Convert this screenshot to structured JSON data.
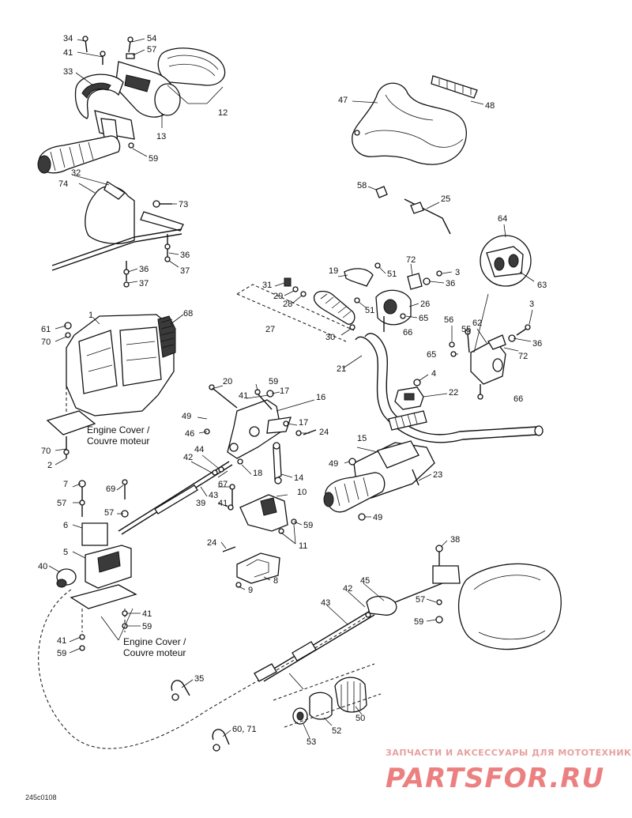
{
  "labels": {
    "l34": "34",
    "l54": "54",
    "l41a": "41",
    "l57a": "57",
    "l33": "33",
    "l12": "12",
    "l13": "13",
    "l59a": "59",
    "l47": "47",
    "l48": "48",
    "l32": "32",
    "l74": "74",
    "l73": "73",
    "l36a": "36",
    "l36b": "36",
    "l37a": "37",
    "l37b": "37",
    "l58": "58",
    "l25": "25",
    "l64": "64",
    "l63": "63",
    "l72a": "72",
    "l19": "19",
    "l51a": "51",
    "l36c": "36",
    "l3a": "3",
    "l31": "31",
    "l29": "29",
    "l28": "28",
    "l26": "26",
    "l51b": "51",
    "l65a": "65",
    "l66a": "66",
    "l27": "27",
    "l30": "30",
    "l1": "1",
    "l68": "68",
    "l61": "61",
    "l70a": "70",
    "l56": "56",
    "l55": "55",
    "l62": "62",
    "l3b": "3",
    "l36d": "36",
    "l65b": "65",
    "l72b": "72",
    "l21": "21",
    "l66b": "66",
    "l4": "4",
    "l20": "20",
    "l59b": "59",
    "l41b": "41",
    "l17a": "17",
    "l16": "16",
    "l22": "22",
    "l49a": "49",
    "l17b": "17",
    "l24a": "24",
    "l46": "46",
    "l15": "15",
    "l70b": "70",
    "l2": "2",
    "l44": "44",
    "l42a": "42",
    "l18": "18",
    "l67": "67",
    "l14": "14",
    "l49b": "49",
    "l43a": "43",
    "l23": "23",
    "l7": "7",
    "l69": "69",
    "l39": "39",
    "l41c": "41",
    "l10": "10",
    "l57b": "57",
    "l57c": "57",
    "l6": "6",
    "l59c": "59",
    "l49c": "49",
    "l24b": "24",
    "l11": "11",
    "l5": "5",
    "l40": "40",
    "l9": "9",
    "l8": "8",
    "l38": "38",
    "l42b": "42",
    "l45": "45",
    "l43b": "43",
    "l57d": "57",
    "l41d": "41",
    "l59d": "59",
    "l41e": "41",
    "l59e": "59",
    "l59f": "59",
    "l35": "35",
    "l50": "50",
    "l52": "52",
    "l53": "53",
    "l60": "60, 71"
  },
  "notes": {
    "engine_cover_1_line1": "Engine Cover /",
    "engine_cover_1_line2": "Couvre moteur",
    "engine_cover_2_line1": "Engine Cover /",
    "engine_cover_2_line2": "Couvre moteur"
  },
  "drawing_code": "245c0108",
  "watermark": {
    "tagline": "ЗАПЧАСТИ И АКСЕССУАРЫ ДЛЯ МОТОТЕХНИКИ",
    "logo": "PARTSFOR.RU"
  },
  "colors": {
    "ink": "#111111",
    "watermark": "#ec8080"
  }
}
